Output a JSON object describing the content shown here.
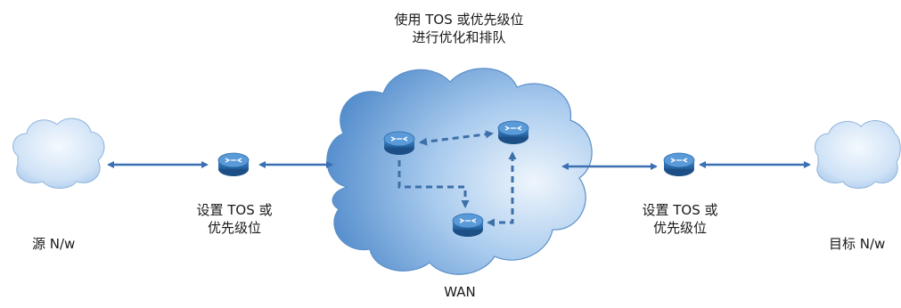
{
  "top_caption": {
    "line1": "使用 TOS 或优先级位",
    "line2": "进行优化和排队"
  },
  "left_router_label": {
    "line1": "设置 TOS 或",
    "line2": "优先级位"
  },
  "right_router_label": {
    "line1": "设置 TOS 或",
    "line2": "优先级位"
  },
  "source_label": "源 N/w",
  "dest_label": "目标 N/w",
  "wan_label": "WAN",
  "colors": {
    "cloud_light": "#e6f0fb",
    "cloud_dark": "#3f7fc6",
    "router": "#2f6fae",
    "solid_link": "#3a6fb2",
    "dashed_link": "#3d6fa8"
  },
  "icons": [
    "cloud-icon",
    "router-icon",
    "double-arrow-icon",
    "dashed-arrow-icon"
  ]
}
